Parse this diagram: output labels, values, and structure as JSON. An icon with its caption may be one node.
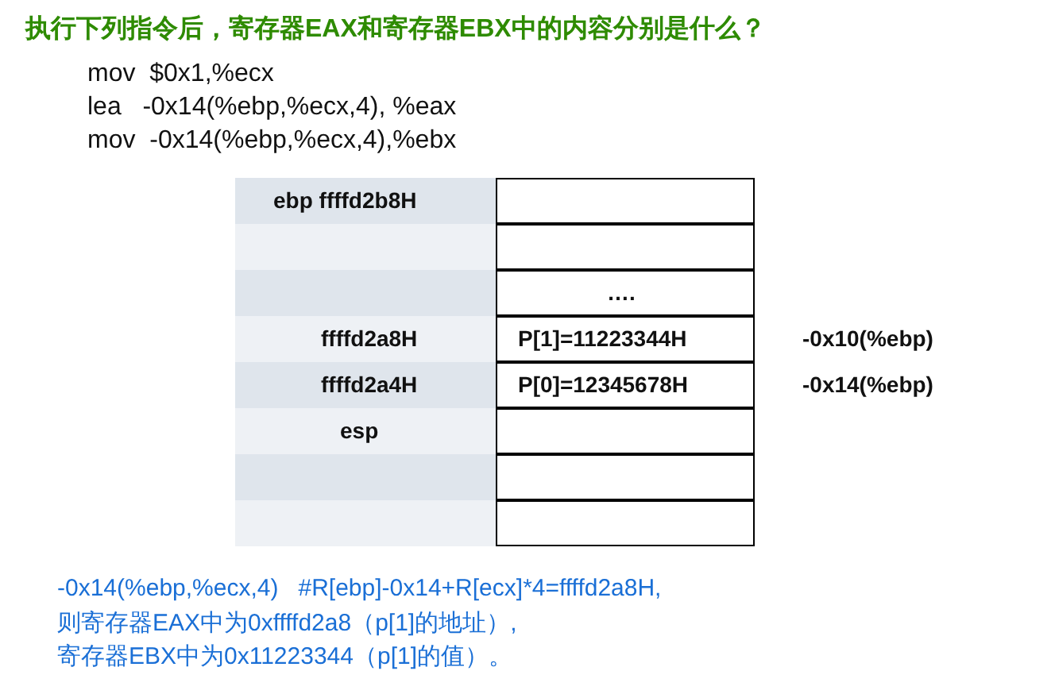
{
  "diagram": {
    "title": "执行下列指令后，寄存器EAX和寄存器EBX中的内容分别是什么？",
    "labels": [
      "mov  $0x1,%ecx",
      "lea   -0x14(%ebp,%ecx,4), %eax",
      "mov  -0x14(%ebp,%ecx,4),%ebx",
      "ebp ffffd2b8H",
      "….",
      "ffffd2a8H",
      "P[1]=11223344H",
      "-0x10(%ebp)",
      "ffffd2a4H",
      "P[0]=12345678H",
      "-0x14(%ebp)",
      "esp",
      "-0x14(%ebp,%ecx,4)   #R[ebp]-0x14+R[ecx]*4=ffffd2a8H,",
      "则寄存器EAX中为0xffffd2a8（p[1]的地址）,",
      "寄存器EBX中为0x11223344（p[1]的值）。"
    ]
  }
}
